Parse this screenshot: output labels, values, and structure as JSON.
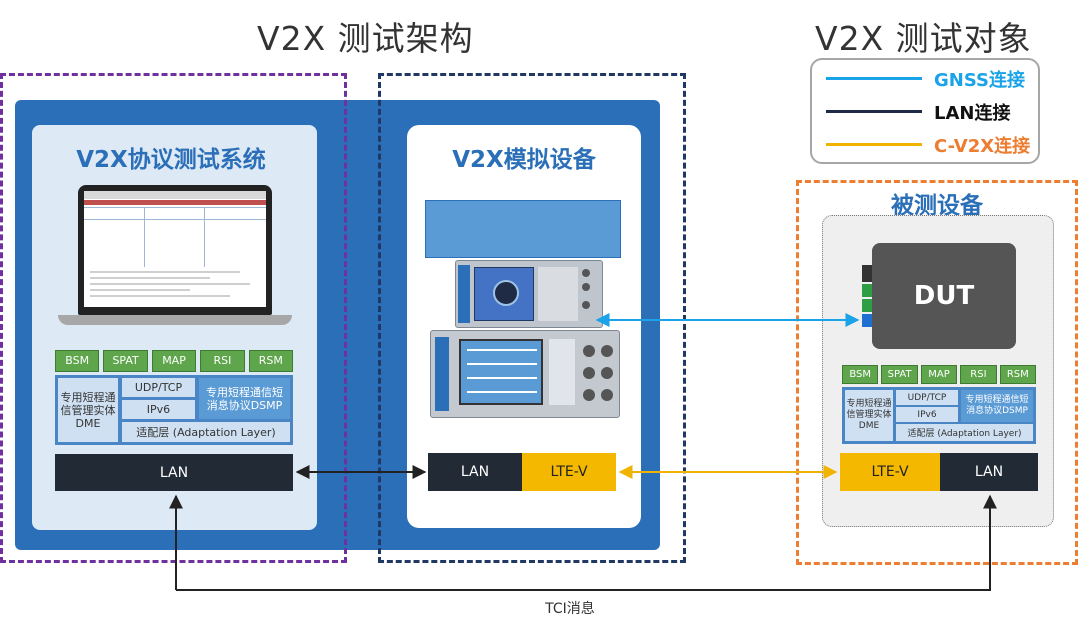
{
  "titles": {
    "left": "V2X 测试架构",
    "right": "V2X 测试对象"
  },
  "legend": {
    "gnss": {
      "label": "GNSS连接",
      "color": "#1aa3e8"
    },
    "lan": {
      "label": "LAN连接",
      "color": "#1f2a44"
    },
    "cv2x": {
      "label": "C-V2X连接",
      "color": "#f0b400"
    }
  },
  "system": {
    "title": "V2X协议测试系统",
    "apps": [
      "BSM",
      "SPAT",
      "MAP",
      "RSI",
      "RSM"
    ],
    "dme": "专用短程通信管理实体DME",
    "udp": "UDP/TCP",
    "ipv6": "IPv6",
    "dsmp": "专用短程通信短消息协议DSMP",
    "adaptation": "适配层 (Adaptation Layer)",
    "lan": "LAN"
  },
  "simulator": {
    "title": "V2X模拟设备",
    "lan": "LAN",
    "ltev": "LTE-V"
  },
  "dut_area": {
    "title": "被测设备",
    "dut": "DUT",
    "apps": [
      "BSM",
      "SPAT",
      "MAP",
      "RSI",
      "RSM"
    ],
    "dme": "专用短程通信管理实体DME",
    "udp": "UDP/TCP",
    "ipv6": "IPv6",
    "dsmp": "专用短程通信短消息协议DSMP",
    "adaptation": "适配层 (Adaptation Layer)",
    "ltev": "LTE-V",
    "lan": "LAN"
  },
  "tci_label": "TCI消息",
  "colors": {
    "accent_blue": "#2b6fb8",
    "purple": "#7030a0",
    "navy": "#1f3864",
    "orange": "#ed7d31",
    "green": "#5ea54b"
  }
}
